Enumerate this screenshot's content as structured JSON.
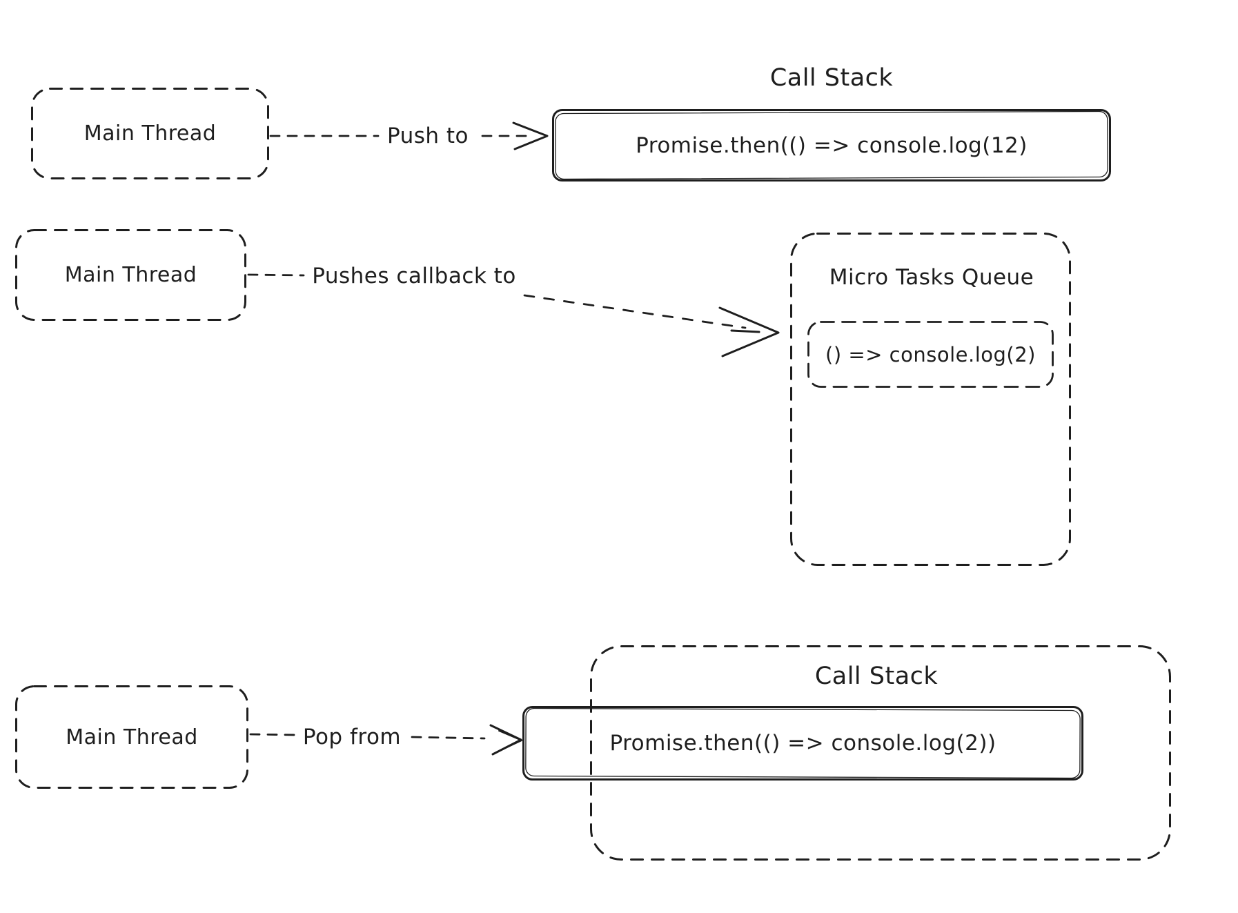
{
  "canvas": {
    "background": "#ffffff",
    "ink": "#1e1e1e"
  },
  "push_row": {
    "thread_label": "Main Thread",
    "arrow_label": "Push to",
    "stack_title": "Call Stack",
    "stack_item": "Promise.then(() => console.log(12)"
  },
  "queue_row": {
    "thread_label": "Main Thread",
    "arrow_label": "Pushes callback to",
    "queue_title": "Micro Tasks Queue",
    "queue_item": "() => console.log(2)"
  },
  "pop_row": {
    "thread_label": "Main Thread",
    "arrow_label": "Pop from",
    "stack_title": "Call Stack",
    "stack_item": "Promise.then(() => console.log(2))"
  }
}
